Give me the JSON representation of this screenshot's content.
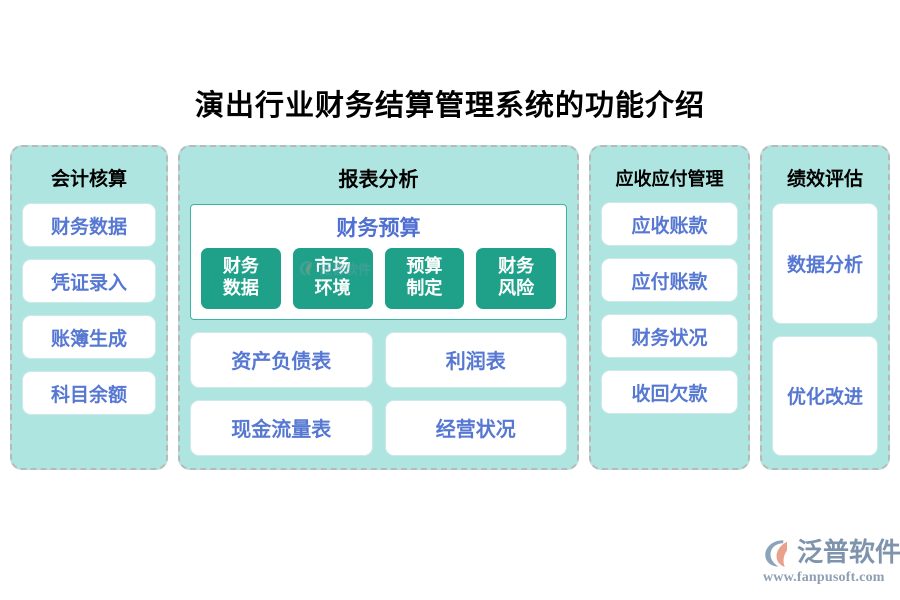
{
  "title": "演出行业财务结算管理系统的功能介绍",
  "colors": {
    "panel_bg": "#aee5e0",
    "panel_border": "#b9b9b9",
    "card_bg": "#ffffff",
    "card_text": "#5678d2",
    "chip_bg": "#1fa189",
    "chip_text": "#ffffff",
    "title_text": "#000000",
    "page_bg": "#ffffff",
    "logo_text": "#7e94ad"
  },
  "columns": [
    {
      "title": "会计核算",
      "cards": [
        "财务数据",
        "凭证录入",
        "账簿生成",
        "科目余额"
      ]
    },
    {
      "title": "报表分析",
      "subpanel": {
        "title": "财务预算",
        "chips": [
          "财务\n数据",
          "市场\n环境",
          "预算\n制定",
          "财务\n风险"
        ]
      },
      "grid": [
        [
          "资产负债表",
          "利润表"
        ],
        [
          "现金流量表",
          "经营状况"
        ]
      ]
    },
    {
      "title": "应收应付管理",
      "cards": [
        "应收账款",
        "应付账款",
        "财务状况",
        "收回欠款"
      ]
    },
    {
      "title": "绩效评估",
      "cards": [
        "数据分析",
        "优化改进"
      ]
    }
  ],
  "watermark": {
    "text": "泛普软件"
  },
  "logo": {
    "name": "泛普软件",
    "url": "www.fanpusoft.com"
  }
}
